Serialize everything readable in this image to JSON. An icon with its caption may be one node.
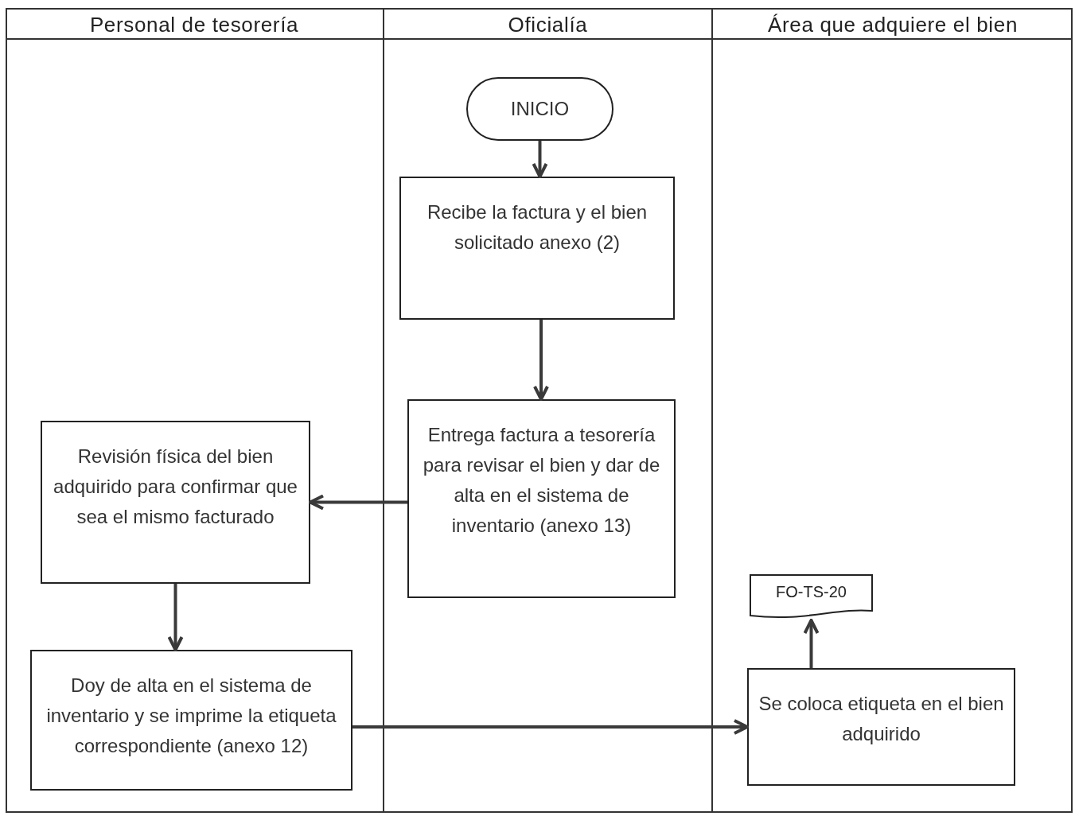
{
  "diagram": {
    "nodes": [
      {
        "text": [
          "Personal de tesorería"
        ]
      },
      {
        "text": [
          "Oficialía"
        ]
      },
      {
        "text": [
          "Área que adquiere el bien"
        ]
      },
      {
        "text": [
          "INICIO"
        ],
        "in": 1
      },
      {
        "text": [
          "Recibe la factura y el bien solicitado anexo (2)"
        ],
        "in": 1
      },
      {
        "text": [
          "Entrega factura a tesorería para revisar el bien y dar de alta en el sistema de inventario (anexo 13)"
        ],
        "in": 1
      },
      {
        "text": [
          "Revisión física del bien adquirido para confirmar que sea el mismo facturado"
        ],
        "in": 0
      },
      {
        "text": [
          "Doy de alta en el sistema de inventario y se imprime la etiqueta correspondiente (anexo 12)"
        ],
        "in": 0
      },
      {
        "text": [
          "FO-TS-20"
        ],
        "in": 2
      },
      {
        "text": [
          "Se coloca etiqueta en el bien adquirido"
        ],
        "in": 2
      }
    ],
    "edges": [
      {
        "from": 3,
        "to": 4,
        "arrow": "to"
      },
      {
        "from": 4,
        "to": 5,
        "arrow": "to"
      },
      {
        "from": 5,
        "to": 6,
        "arrow": "to"
      },
      {
        "from": 6,
        "to": 7,
        "arrow": "to"
      },
      {
        "from": 7,
        "to": 9,
        "arrow": "to"
      },
      {
        "from": 9,
        "to": 8,
        "arrow": "to"
      }
    ]
  }
}
